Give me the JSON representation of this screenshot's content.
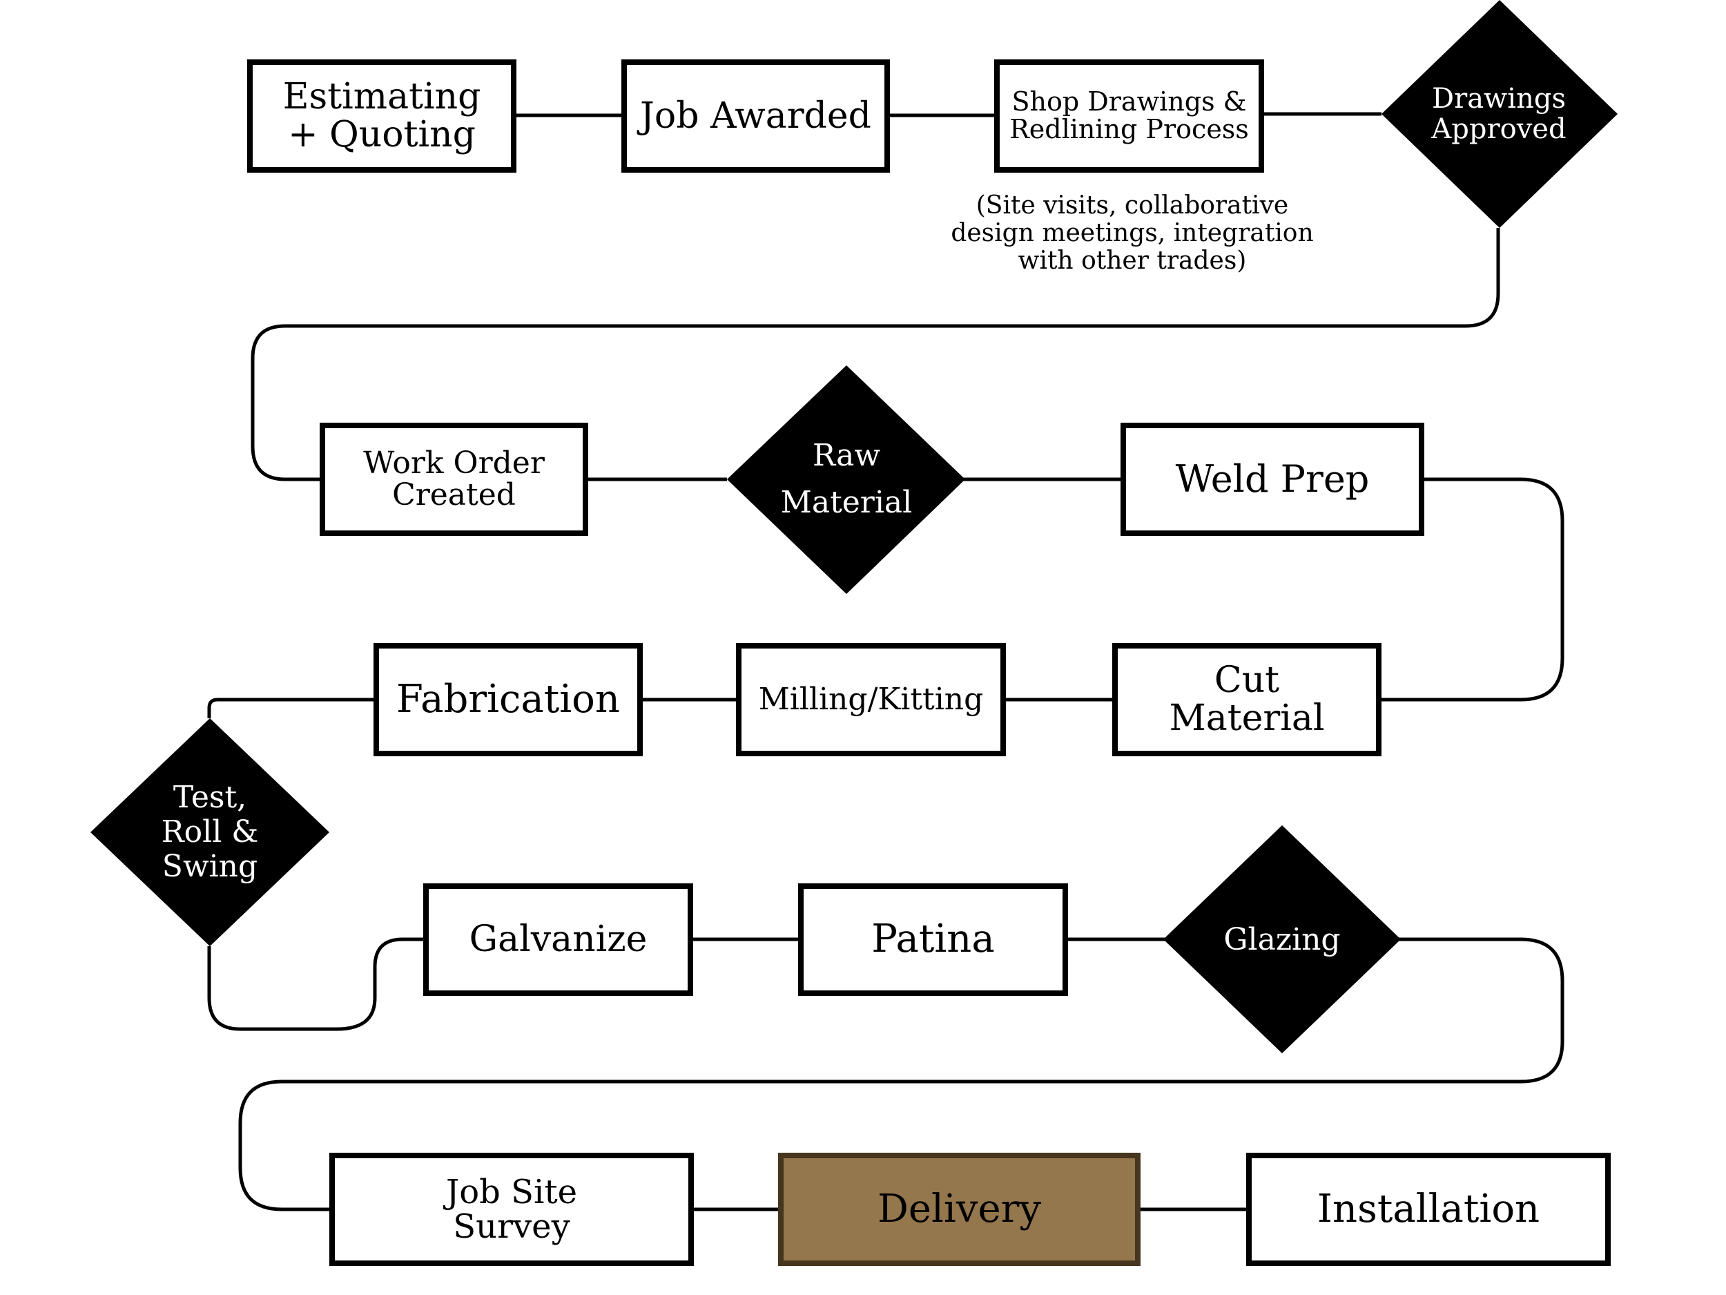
{
  "steps": {
    "estimating": {
      "line1": "Estimating",
      "line2": "+ Quoting"
    },
    "job_awarded": {
      "line1": "Job Awarded"
    },
    "shop_drawings": {
      "line1": "Shop Drawings &",
      "line2": "Redlining Process"
    },
    "drawings_approved": {
      "line1": "Drawings",
      "line2": "Approved"
    },
    "work_order": {
      "line1": "Work Order",
      "line2": "Created"
    },
    "raw_material": {
      "line1": "Raw",
      "line2": "Material"
    },
    "weld_prep": {
      "line1": "Weld Prep"
    },
    "fabrication": {
      "line1": "Fabrication"
    },
    "milling": {
      "line1": "Milling/Kitting"
    },
    "cut_material": {
      "line1": "Cut",
      "line2": "Material"
    },
    "test_roll_swing": {
      "line1": "Test,",
      "line2": "Roll &",
      "line3": "Swing"
    },
    "galvanize": {
      "line1": "Galvanize"
    },
    "patina": {
      "line1": "Patina"
    },
    "glazing": {
      "line1": "Glazing"
    },
    "job_site_survey": {
      "line1": "Job Site",
      "line2": "Survey"
    },
    "delivery": {
      "line1": "Delivery"
    },
    "installation": {
      "line1": "Installation"
    }
  },
  "shop_drawings_note": {
    "line1": "(Site visits, collaborative",
    "line2": "design meetings, integration",
    "line3": "with other trades)"
  },
  "colors": {
    "outline": "#000000",
    "decision_fill": "#000000",
    "highlight_fill": "#95774d",
    "highlight_border": "#46361f"
  }
}
